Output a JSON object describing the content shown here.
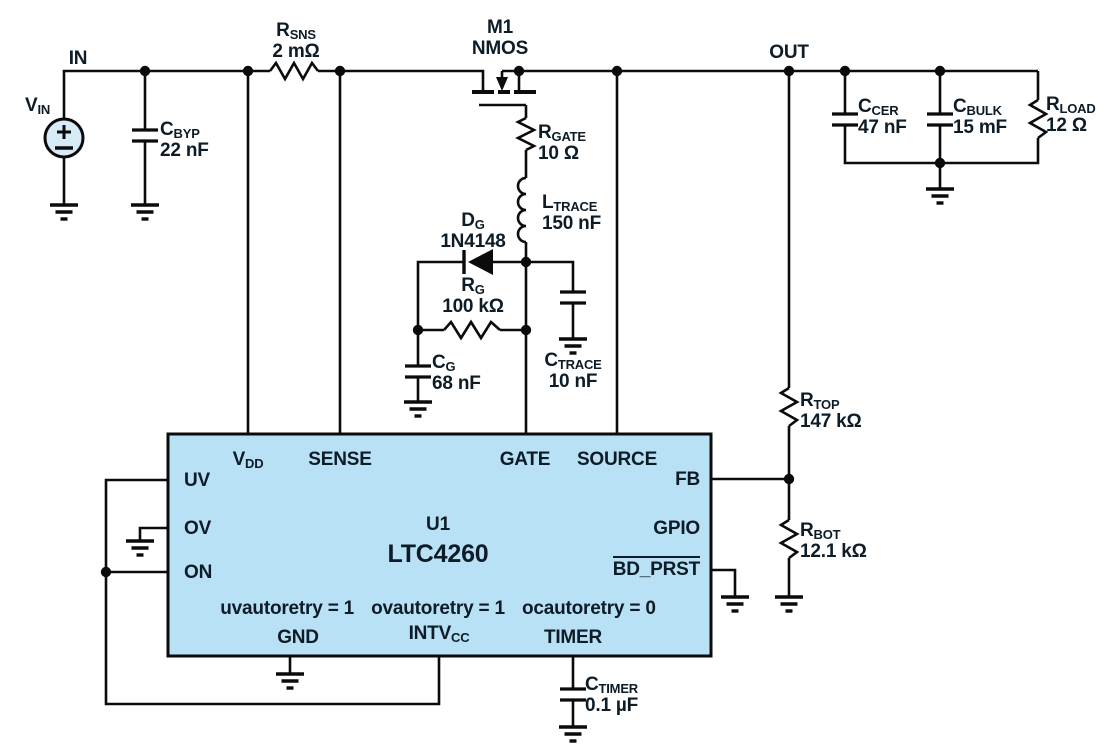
{
  "colors": {
    "ic_fill": "#b9e1f5",
    "source_fill": "#d7ebf7",
    "line": "#0b0b0b",
    "text": "#0d1c26"
  },
  "nets": {
    "in": "IN",
    "out": "OUT"
  },
  "source": {
    "name": "V",
    "sub": "IN"
  },
  "components": {
    "cbyp": {
      "name": "C",
      "sub": "BYP",
      "value": "22 nF"
    },
    "rsns": {
      "name": "R",
      "sub": "SNS",
      "value": "2 mΩ"
    },
    "m1": {
      "ref": "M1",
      "type": "NMOS"
    },
    "rgate": {
      "name": "R",
      "sub": "GATE",
      "value": "10 Ω"
    },
    "ltrace": {
      "name": "L",
      "sub": "TRACE",
      "value": "150 nF"
    },
    "dg": {
      "name": "D",
      "sub": "G",
      "value": "1N4148"
    },
    "rg": {
      "name": "R",
      "sub": "G",
      "value": "100 kΩ"
    },
    "cg": {
      "name": "C",
      "sub": "G",
      "value": "68 nF"
    },
    "ctrace": {
      "name": "C",
      "sub": "TRACE",
      "value": "10 nF"
    },
    "ccer": {
      "name": "C",
      "sub": "CER",
      "value": "47 nF"
    },
    "cbulk": {
      "name": "C",
      "sub": "BULK",
      "value": "15 mF"
    },
    "rload": {
      "name": "R",
      "sub": "LOAD",
      "value": "12 Ω"
    },
    "rtop": {
      "name": "R",
      "sub": "TOP",
      "value": "147 kΩ"
    },
    "rbot": {
      "name": "R",
      "sub": "BOT",
      "value": "12.1 kΩ"
    },
    "ctimer": {
      "name": "C",
      "sub": "TIMER",
      "value": "0.1 µF"
    }
  },
  "ic": {
    "ref": "U1",
    "part": "LTC4260",
    "pins": {
      "vdd": {
        "name": "V",
        "sub": "DD"
      },
      "sense": "SENSE",
      "gate": "GATE",
      "source": "SOURCE",
      "uv": "UV",
      "ov": "OV",
      "on": "ON",
      "fb": "FB",
      "gpio": "GPIO",
      "bd_prst": "BD_PRST",
      "gnd": "GND",
      "intvcc": {
        "name": "INTV",
        "sub": "CC"
      },
      "timer": "TIMER"
    },
    "config": {
      "uv": "uvautoretry = 1",
      "ov": "ovautoretry = 1",
      "oc": "ocautoretry = 0"
    }
  }
}
